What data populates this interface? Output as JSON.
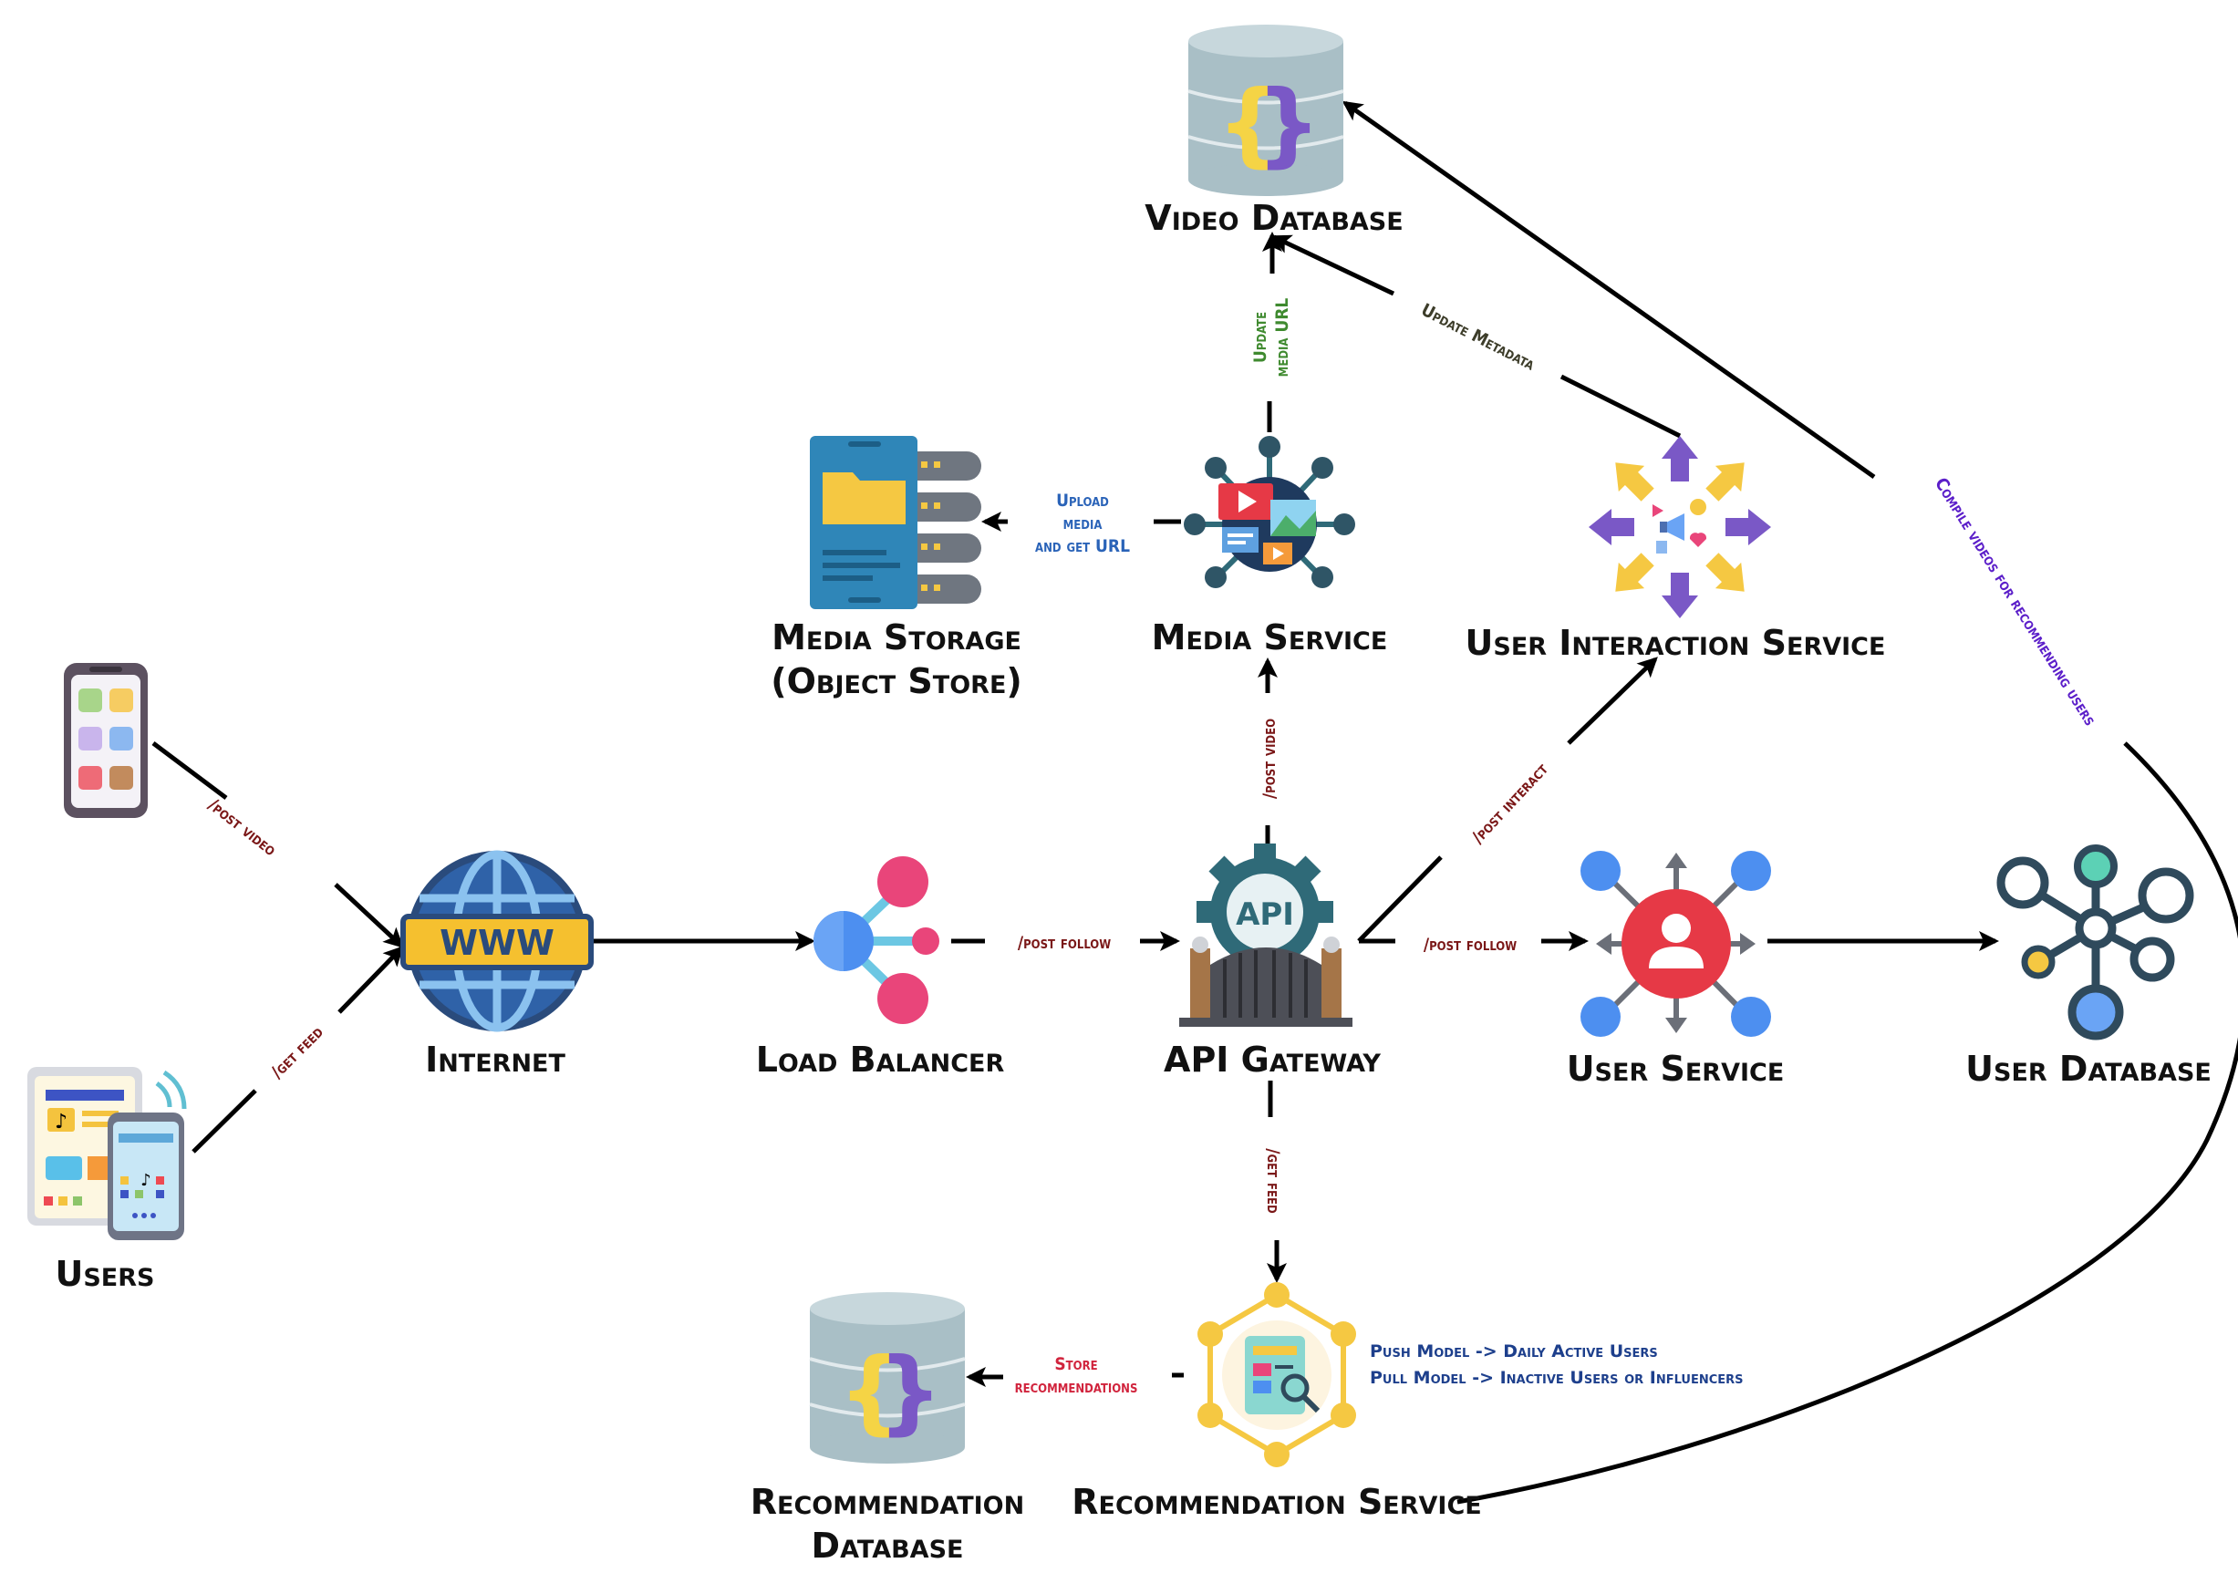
{
  "nodes": {
    "users": "Users",
    "internet": "Internet",
    "load_balancer": "Load Balancer",
    "api_gateway": "API Gateway",
    "media_service": "Media Service",
    "media_storage_line1": "Media Storage",
    "media_storage_line2": "(Object Store)",
    "video_database": "Video Database",
    "user_interaction_service": "User Interaction Service",
    "user_service": "User Service",
    "user_database": "User Database",
    "recommendation_service": "Recommendation Service",
    "recommendation_database_line1": "Recommendation",
    "recommendation_database_line2": "Database"
  },
  "edges": {
    "post_video_users": "/post video",
    "get_feed_users": "/get feed",
    "post_follow_lb": "/post follow",
    "post_video_gateway": "/post video",
    "post_interact": "/post interact",
    "post_follow_gateway": "/post follow",
    "get_feed_gateway": "/get feed",
    "upload_line1": "Upload",
    "upload_line2": "media",
    "upload_line3": "and get URL",
    "update_url_line1": "Update",
    "update_url_line2": "media URL",
    "update_metadata": "Update Metadata",
    "store_recs_line1": "Store",
    "store_recs_line2": "recommendations",
    "compile_videos": "Compile videos for recommending users"
  },
  "notes": {
    "push_model": "Push Model -> Daily Active Users",
    "pull_model": "Pull Model -> Inactive Users or Influencers"
  },
  "icons": {
    "phone": "phone-app-grid-icon",
    "devices": "tablet-phone-tiktok-icon",
    "internet": "www-globe-icon",
    "load_balancer": "load-balancer-nodes-icon",
    "api_gateway": "api-gear-gate-icon",
    "media_service": "media-hub-icon",
    "media_storage": "file-server-icon",
    "video_db": "database-cylinder-icon",
    "interaction": "broadcast-arrows-icon",
    "user_service": "user-network-icon",
    "user_db": "graph-nodes-icon",
    "recommendation": "recommendation-hexagon-icon",
    "rec_db": "database-cylinder-icon"
  },
  "colors": {
    "label_dark_red": "#7a1717",
    "label_green": "#3f8a2f",
    "label_blue": "#2a63b8",
    "label_purple": "#5b1ec9",
    "label_red": "#d1243d",
    "label_dark_olive": "#3d3d2a",
    "note_blue": "#1d3f8c"
  }
}
